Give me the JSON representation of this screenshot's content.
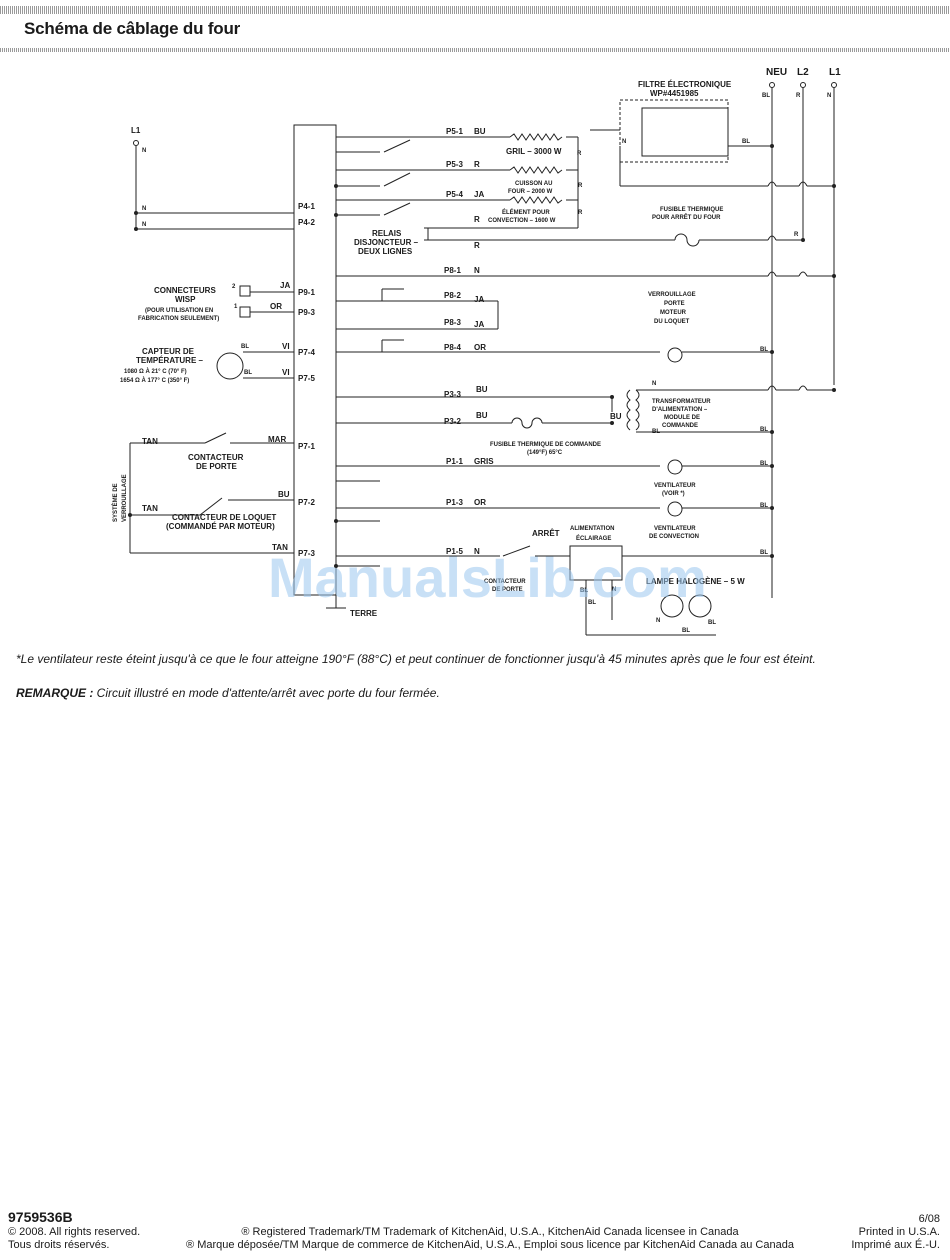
{
  "header": {
    "title": "Schéma de câblage du four"
  },
  "diagram": {
    "supply": {
      "l1": "L1",
      "n": "N",
      "neu": "NEU",
      "l2": "L2",
      "l1b": "L1",
      "bl": "BL",
      "r": "R"
    },
    "filter": {
      "line1": "FILTRE ÉLECTRONIQUE",
      "line2": "WP#4451985",
      "n": "N",
      "bl": "BL"
    },
    "elements": {
      "p51": "P5-1",
      "p51c": "BU",
      "gril": "GRIL – 3000 W",
      "rgril": "R",
      "p53": "P5-3",
      "p53c": "R",
      "cuisson1": "CUISSON AU",
      "cuisson2": "FOUR – 2000 W",
      "rcuis": "R",
      "p54": "P5-4",
      "p54c": "JA",
      "conv1": "ÉLÉMENT POUR",
      "conv2": "CONVECTION – 1600 W",
      "rconv": "R"
    },
    "thermal_fuse": {
      "line1": "FUSIBLE THERMIQUE",
      "line2": "POUR ARRÊT DU FOUR",
      "r1": "R",
      "r2": "R",
      "rr": "R"
    },
    "relay": {
      "line1": "RELAIS",
      "line2": "DISJONCTEUR –",
      "line3": "DEUX LIGNES"
    },
    "p4": {
      "n1": "N",
      "n2": "N",
      "p41": "P4-1",
      "p42": "P4-2"
    },
    "wisp": {
      "line1": "CONNECTEURS",
      "line2": "WISP",
      "line3": "(POUR UTILISATION EN",
      "line4": "FABRICATION SEULEMENT)",
      "n2": "2",
      "n1": "1",
      "ja": "JA",
      "or": "OR",
      "p91": "P9-1",
      "p93": "P9-3"
    },
    "sensor": {
      "line1": "CAPTEUR DE",
      "line2": "TEMPÉRATURE –",
      "line3": "1080 Ω À 21° C (70° F)",
      "line4": "1654 Ω À 177° C (350° F)",
      "bl1": "BL",
      "bl2": "BL",
      "vi1": "VI",
      "vi2": "VI",
      "p74": "P7-4",
      "p75": "P7-5"
    },
    "p8": {
      "p81": "P8-1",
      "n": "N",
      "p82": "P8-2",
      "ja1": "JA",
      "p83": "P8-3",
      "ja2": "JA",
      "p84": "P8-4",
      "or": "OR"
    },
    "lock_motor": {
      "line1": "VERROUILLAGE",
      "line2": "PORTE",
      "line3": "MOTEUR",
      "line4": "DU LOQUET",
      "bl": "BL"
    },
    "p3": {
      "p33": "P3-3",
      "bu1": "BU",
      "p32": "P3-2",
      "bu2": "BU",
      "bu3": "BU",
      "fuse1": "FUSIBLE THERMIQUE DE COMMANDE",
      "fuse2": "(149°F) 65°C"
    },
    "transformer": {
      "n": "N",
      "line1": "TRANSFORMATEUR",
      "line2": "D'ALIMENTATION –",
      "line3": "MODULE DE",
      "line4": "COMMANDE",
      "bl1": "BL",
      "bl2": "BL"
    },
    "door": {
      "tan1": "TAN",
      "mar": "MAR",
      "p71": "P7-1",
      "contact1": "CONTACTEUR",
      "contact2": "DE PORTE",
      "system1": "SYSTÈME DE",
      "system2": "VERROUILLAGE",
      "tan2": "TAN",
      "bu": "BU",
      "p72": "P7-2",
      "latch1": "CONTACTEUR DE LOQUET",
      "latch2": "(COMMANDÉ PAR MOTEUR)",
      "tan3": "TAN",
      "p73": "P7-3"
    },
    "fans": {
      "p11": "P1-1",
      "gris": "GRIS",
      "fan1a": "VENTILATEUR",
      "fan1b": "(VOIR *)",
      "p13": "P1-3",
      "or": "OR",
      "fan2a": "VENTILATEUR",
      "fan2b": "DE CONVECTION",
      "bl1": "BL",
      "bl2": "BL",
      "bl3": "BL"
    },
    "lighting": {
      "p15": "P1-5",
      "n": "N",
      "arret": "ARRÊT",
      "contact1": "CONTACTEUR",
      "contact2": "DE PORTE",
      "supply1": "ALIMENTATION",
      "supply2": "ÉCLAIRAGE",
      "lamp": "LAMPE HALOGÈNE – 5 W",
      "n1": "N",
      "n2": "N",
      "bl1": "BL",
      "bl2": "BL",
      "bl3": "BL",
      "bl4": "BL"
    },
    "ground": {
      "terre": "TERRE"
    },
    "watermark": "ManualsLib.com"
  },
  "notes": {
    "note1": "*Le ventilateur reste éteint jusqu'à ce que le four atteigne 190°F (88°C) et peut continuer de fonctionner jusqu'à 45 minutes après que le four est éteint.",
    "note2_label": "REMARQUE :",
    "note2_text": " Circuit illustré en mode d'attente/arrêt avec porte du four fermée."
  },
  "footer": {
    "docnum": "9759536B",
    "left1": "© 2008. All rights reserved.",
    "left2": "Tous droits réservés.",
    "mid1": "® Registered Trademark/TM Trademark of KitchenAid, U.S.A., KitchenAid Canada licensee in Canada",
    "mid2": "® Marque déposée/TM Marque de commerce de KitchenAid, U.S.A., Emploi sous licence par KitchenAid Canada au Canada",
    "date": "6/08",
    "right1": "Printed in U.S.A.",
    "right2": "Imprimé aux É.-U."
  }
}
